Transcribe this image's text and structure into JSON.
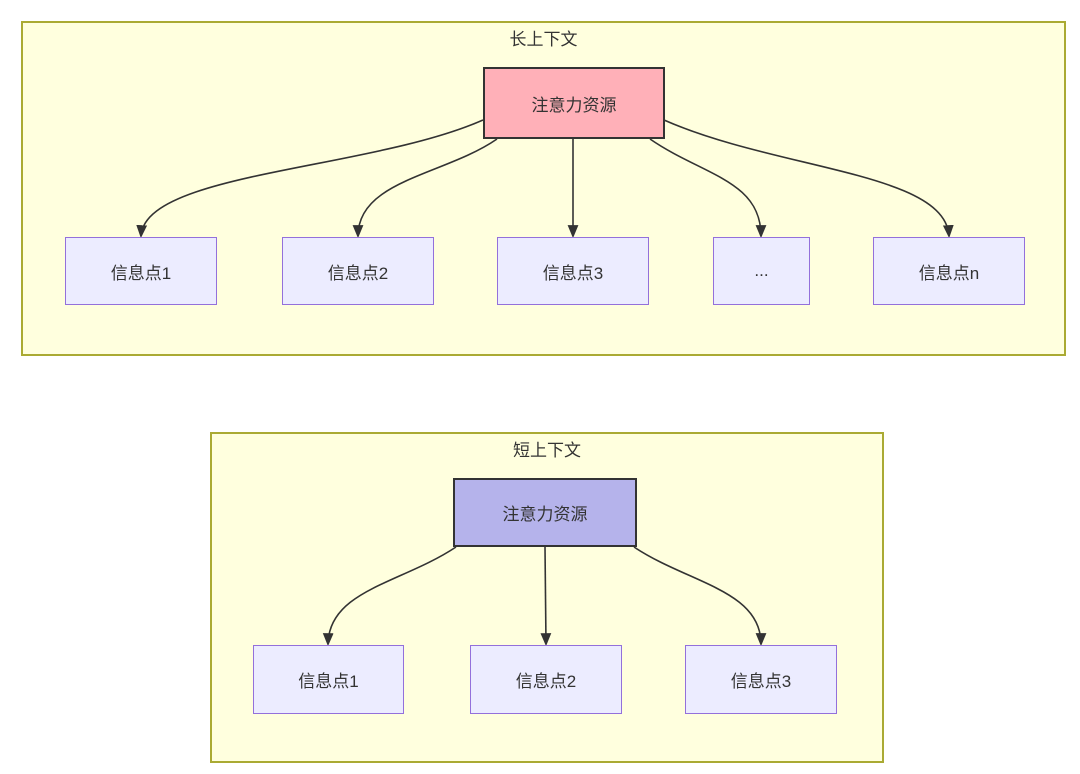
{
  "colors": {
    "text_color": "#333333",
    "arrow_color": "#333333",
    "container_fill": "#ffffde",
    "container_border": "#aaaa33",
    "node_fill": "#ececff",
    "node_border": "#9370db",
    "attention_border": "#333333",
    "attention_long_fill": "#ffb0b8",
    "attention_short_fill": "#b5b3eb"
  },
  "diagram": {
    "type": "flowchart",
    "sections": [
      {
        "title": "长上下文",
        "attention_label": "注意力资源",
        "nodes": [
          {
            "label": "信息点1"
          },
          {
            "label": "信息点2"
          },
          {
            "label": "信息点3"
          },
          {
            "label": "..."
          },
          {
            "label": "信息点n"
          }
        ]
      },
      {
        "title": "短上下文",
        "attention_label": "注意力资源",
        "nodes": [
          {
            "label": "信息点1"
          },
          {
            "label": "信息点2"
          },
          {
            "label": "信息点3"
          }
        ]
      }
    ]
  }
}
